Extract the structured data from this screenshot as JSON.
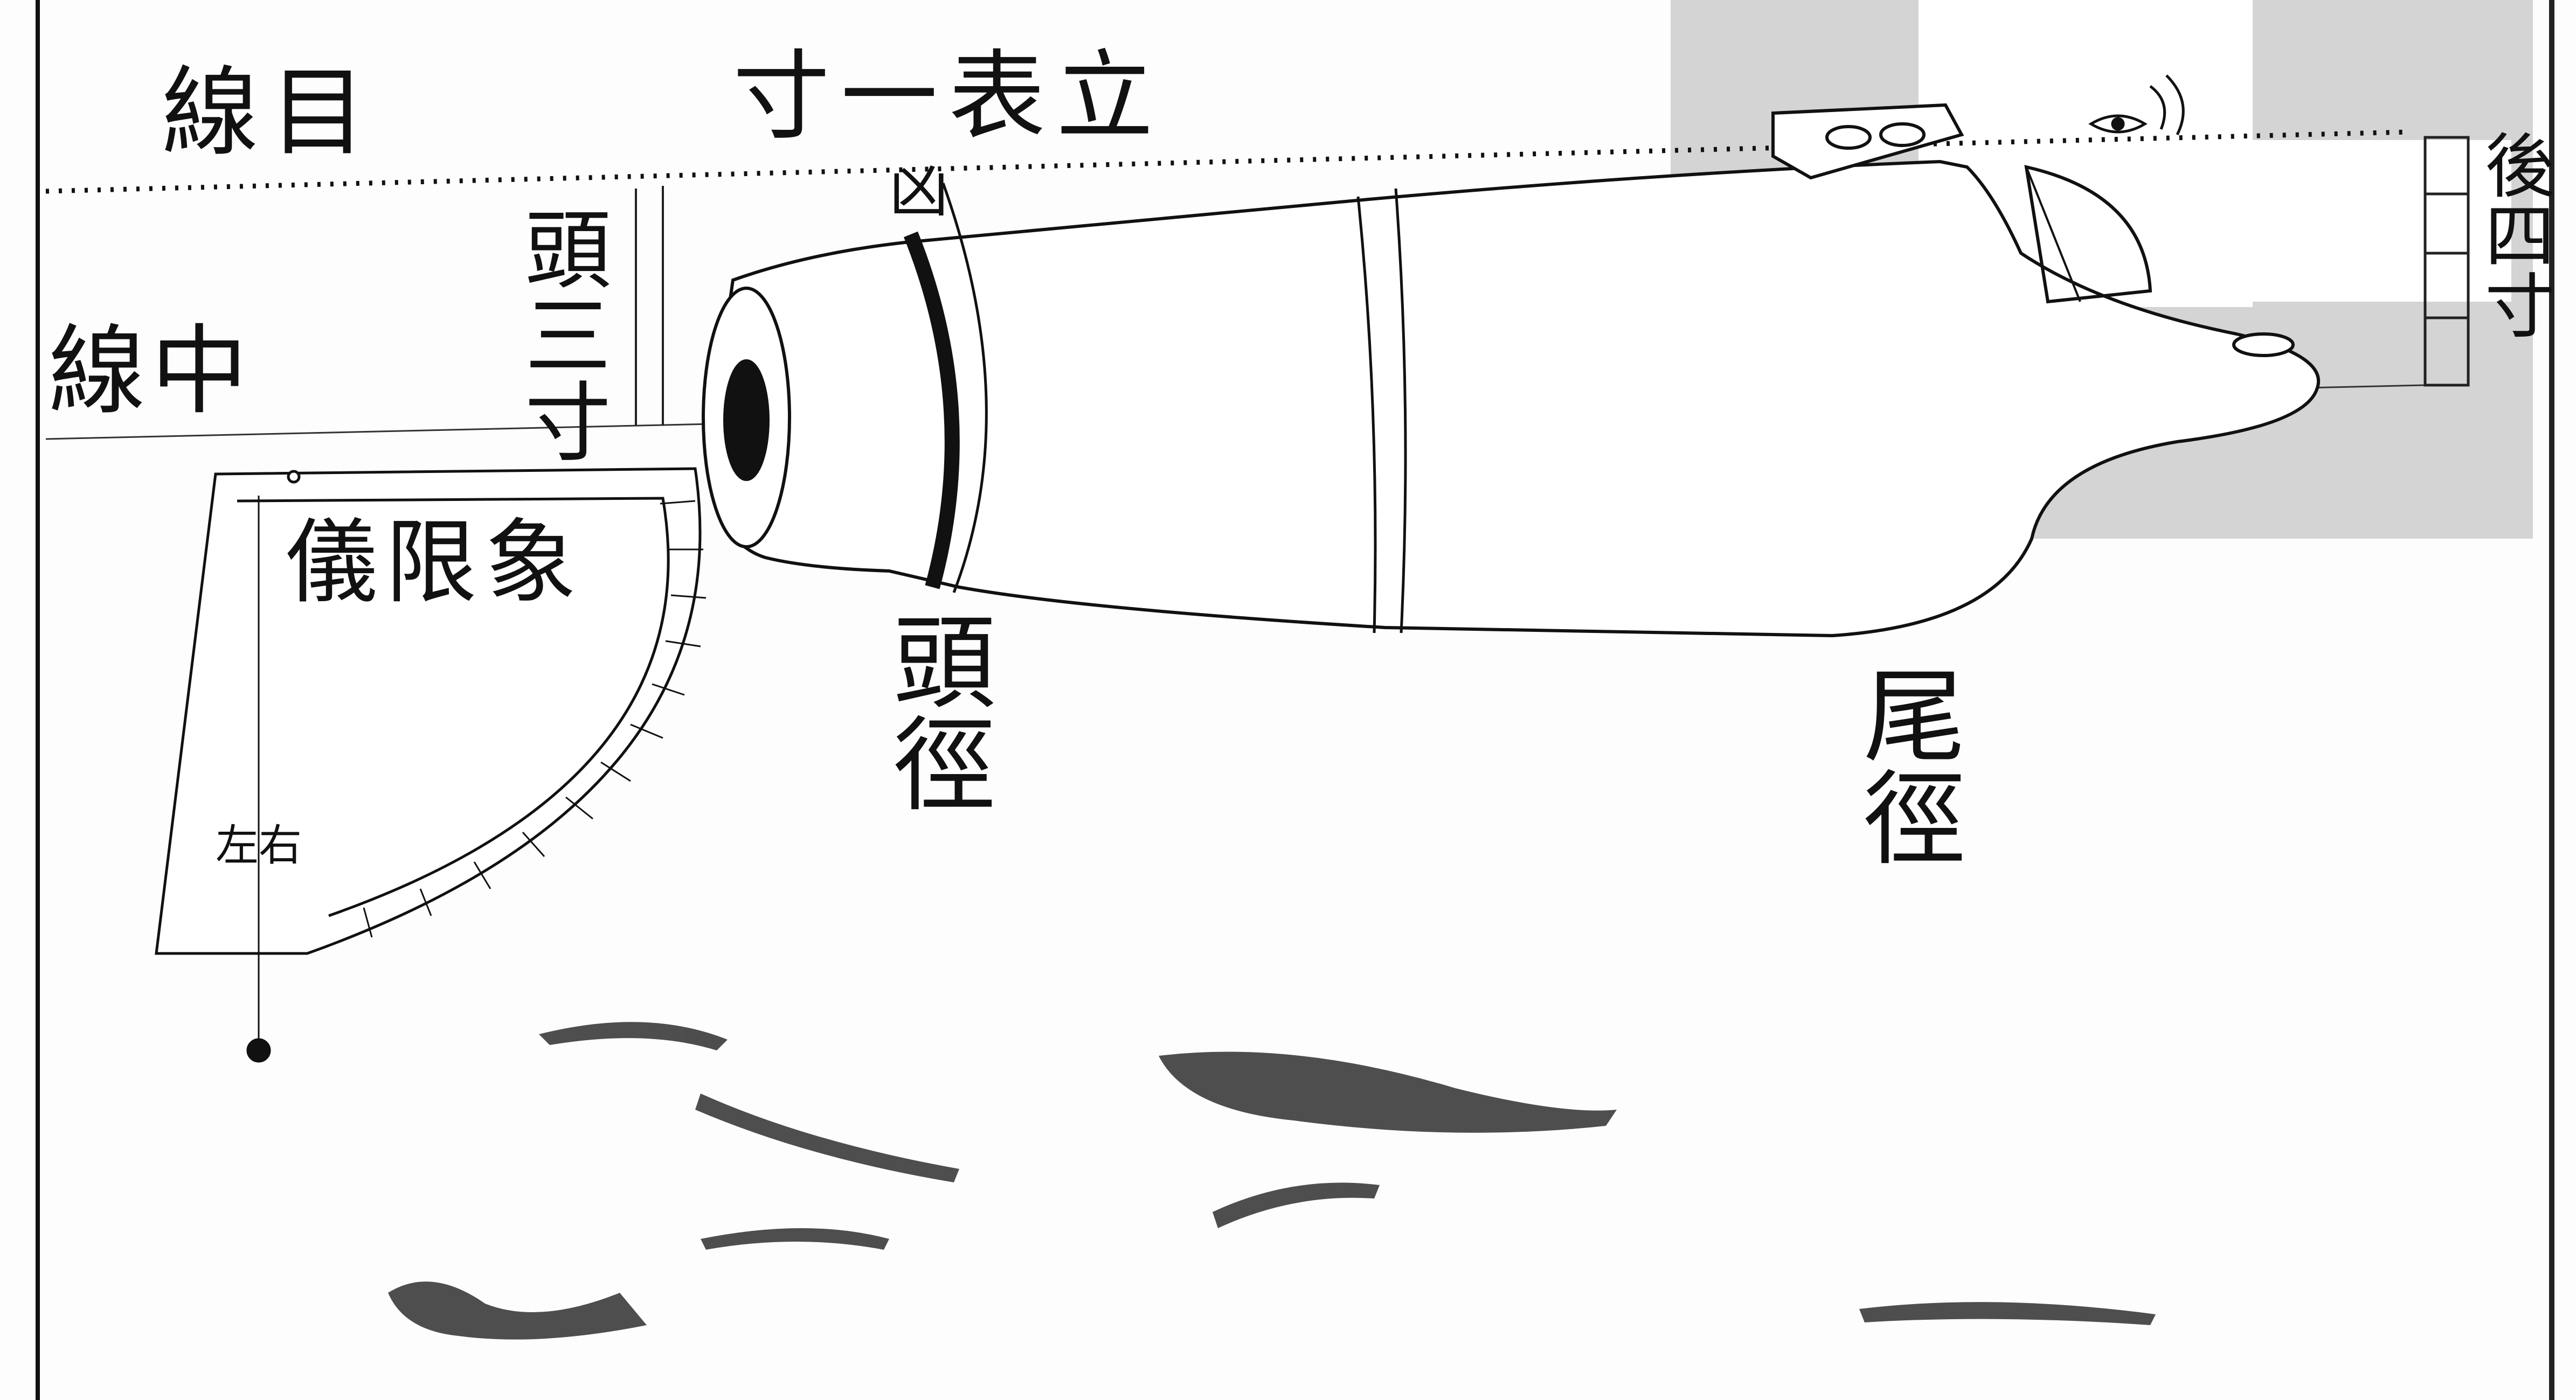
{
  "labels": {
    "sight_line": "線目",
    "tube_height": "寸一表立",
    "center_line": "線中",
    "head_three_inch": "頭三寸",
    "rear_four_inch": "後四寸",
    "quadrant": "儀限象",
    "head_diameter": "頭徑",
    "tail_diameter": "尾徑",
    "quadrant_mark": "左右",
    "small_mark": "凶"
  },
  "colors": {
    "ink": "#111111",
    "paper": "#fdfdfd",
    "overlay_gray": "#d4d4d4"
  }
}
